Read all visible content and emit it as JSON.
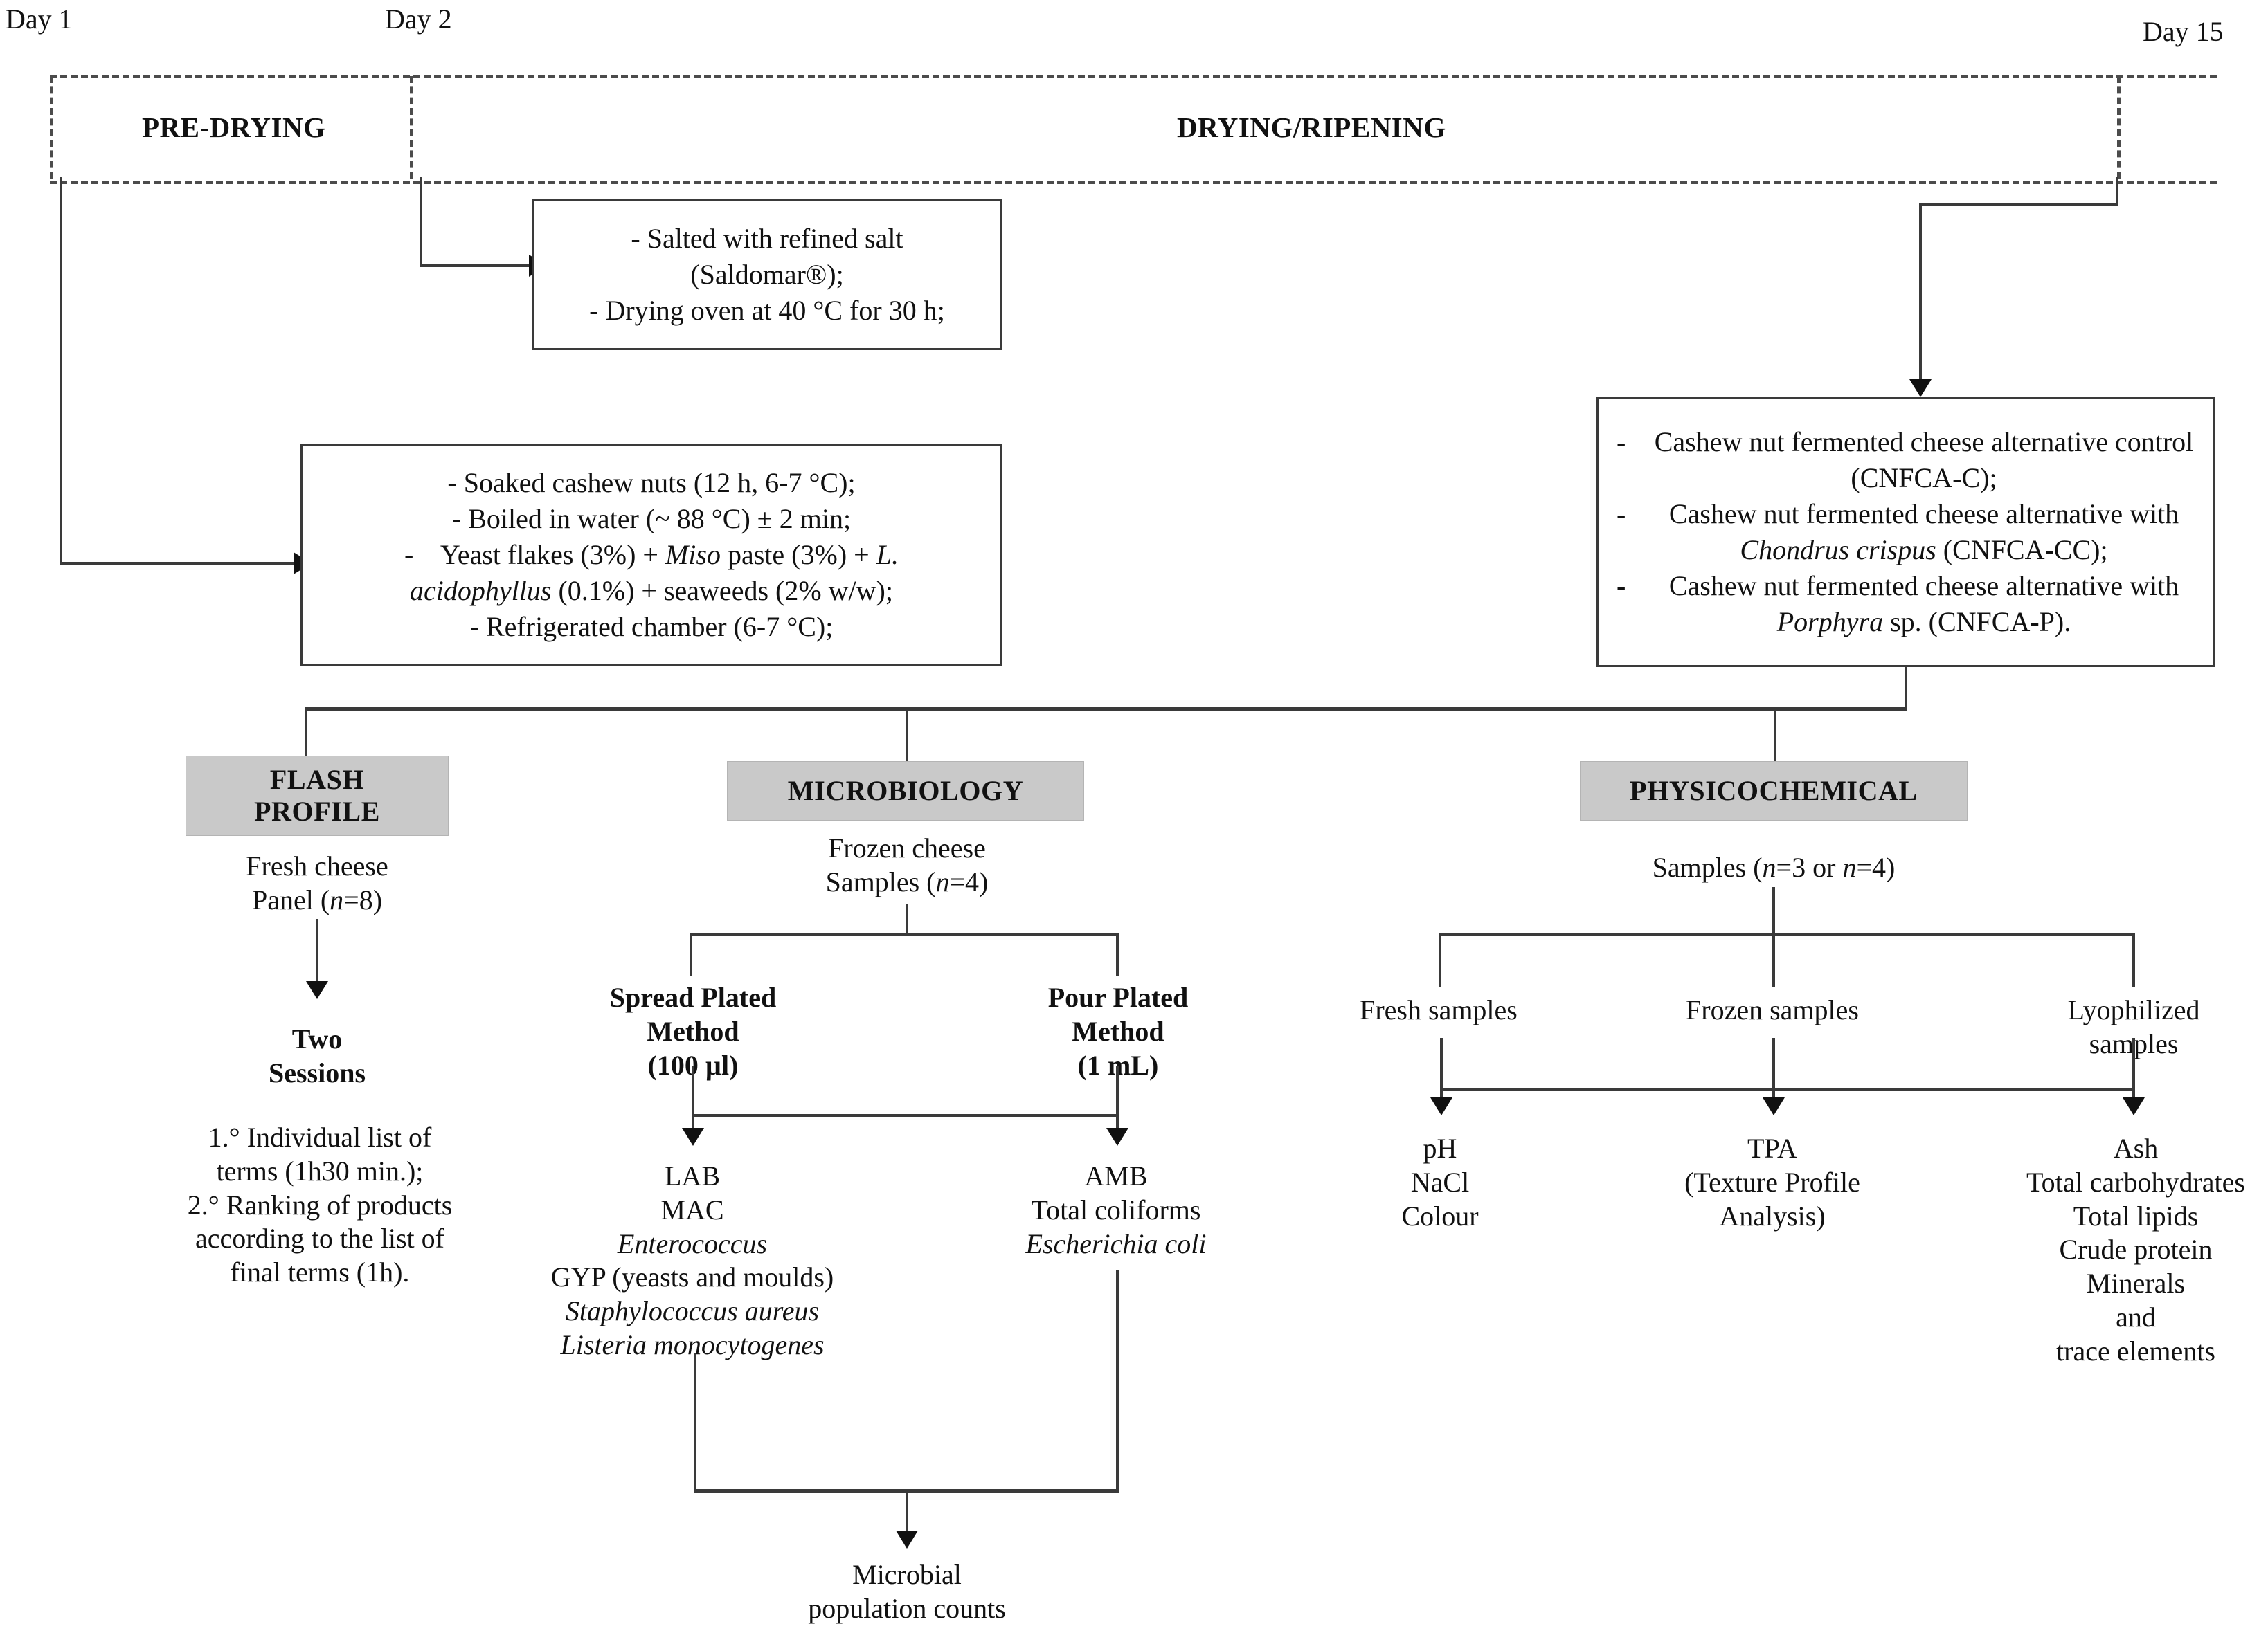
{
  "timeline": {
    "days": [
      {
        "label": "Day 1"
      },
      {
        "label": "Day 2"
      },
      {
        "label": "Day 15"
      }
    ],
    "phases": [
      {
        "label": "PRE-DRYING"
      },
      {
        "label": "DRYING/RIPENING"
      }
    ]
  },
  "boxes": {
    "salting": {
      "lines": [
        "- Salted with refined salt",
        "(Saldomar®);",
        "- Drying oven at 40 °C for 30 h;"
      ]
    },
    "preparation": {
      "lines": [
        "- Soaked cashew nuts (12 h, 6-7 °C);",
        "- Boiled in water (~ 88 °C) ± 2 min;",
        "-    Yeast flakes (3%) + Miso paste (3%) + L.",
        "acidophyllus (0.1%) + seaweeds (2% w/w);",
        "-   Refrigerated chamber (6-7 °C);"
      ]
    },
    "products": {
      "items": [
        "Cashew nut fermented cheese alternative control (CNFCA-C);",
        "Cashew nut fermented cheese alternative with Chondrus crispus (CNFCA-CC);",
        "Cashew nut fermented cheese alternative with Porphyra sp. (CNFCA-P)."
      ]
    }
  },
  "branches": {
    "flash_profile": {
      "header": "FLASH PROFILE",
      "sample_l1": "Fresh cheese",
      "sample_l2": "Panel (n=8)",
      "sessions_l1": "Two",
      "sessions_l2": "Sessions",
      "tasks": [
        "1.° Individual list of",
        "terms (1h30 min.);",
        "2.°  Ranking of products",
        "according to the list of",
        "final terms (1h)."
      ]
    },
    "microbiology": {
      "header": "MICROBIOLOGY",
      "sample_l1": "Frozen cheese",
      "sample_l2": "Samples (n=4)",
      "methods": [
        {
          "name": "Spread Plated",
          "name2": "Method",
          "volume": "(100 µl)"
        },
        {
          "name": "Pour Plated",
          "name2": "Method",
          "volume": "(1 mL)"
        }
      ],
      "spread_targets": [
        "LAB",
        "MAC",
        "Enterococcus",
        "GYP (yeasts and moulds)",
        "Staphylococcus aureus",
        "Listeria monocytogenes"
      ],
      "pour_targets": [
        "AMB",
        "Total coliforms",
        "Escherichia coli"
      ],
      "outcome_l1": "Microbial",
      "outcome_l2": "population counts"
    },
    "physicochemical": {
      "header": "PHYSICOCHEMICAL",
      "sample": "Samples (n=3 or n=4)",
      "sample_types": [
        {
          "l1": "Fresh samples",
          "l2": ""
        },
        {
          "l1": "Frozen samples",
          "l2": ""
        },
        {
          "l1": "Lyophilized",
          "l2": "samples"
        }
      ],
      "analyses": [
        [
          "pH",
          "NaCl",
          "Colour"
        ],
        [
          "TPA",
          "(Texture Profile",
          "Analysis)"
        ],
        [
          "Ash",
          "Total carbohydrates",
          "Total lipids",
          "Crude protein",
          "Minerals",
          "and",
          "trace elements"
        ]
      ]
    }
  },
  "colors": {
    "header_fill": "#c9c9c9",
    "line": "#3a3a3a",
    "text": "#111111"
  }
}
